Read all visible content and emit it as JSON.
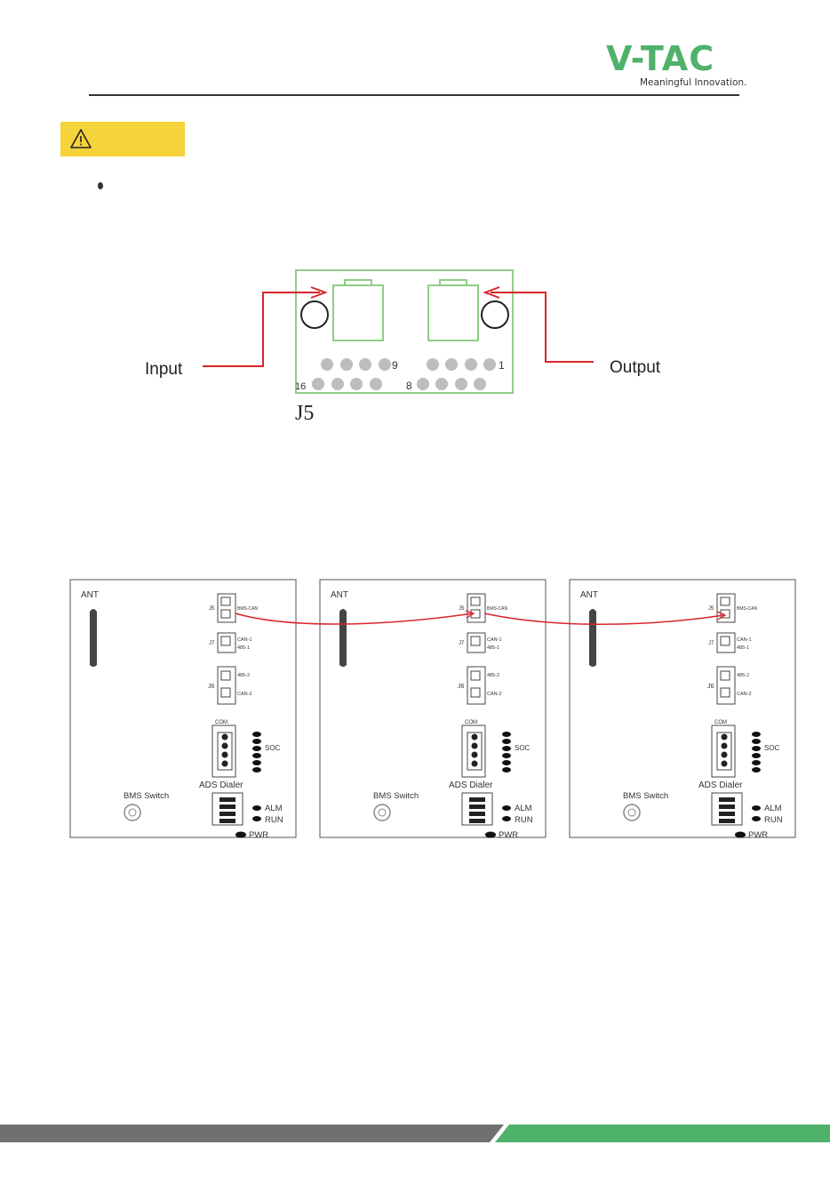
{
  "header": {
    "brand": "V-TAC",
    "tagline": "Meaningful Innovation."
  },
  "warning": {
    "icon": "warning-triangle-icon"
  },
  "j5_diagram": {
    "input_label": "Input",
    "output_label": "Output",
    "board_label": "J5",
    "pin_9": "9",
    "pin_1": "1",
    "pin_16": "16",
    "pin_8": "8"
  },
  "bms_panels": {
    "ant": "ANT",
    "j5": "J5",
    "bms_can": "BMS-CAN",
    "j7": "J7",
    "can1": "CAN-1",
    "p4851": "485-1",
    "j6": "J6",
    "p4852": "485-2",
    "can2": "CAN-2",
    "com": "COM",
    "soc": "SOC",
    "ads_dialer": "ADS Dialer",
    "bms_switch": "BMS Switch",
    "alm": "ALM",
    "run": "RUN",
    "pwr": "PWR"
  },
  "colors": {
    "brand_green": "#4fb26a",
    "warning_yellow": "#f5d33a",
    "arrow_red": "#d9252a",
    "board_green": "#8fce86",
    "footer_gray": "#707070"
  }
}
